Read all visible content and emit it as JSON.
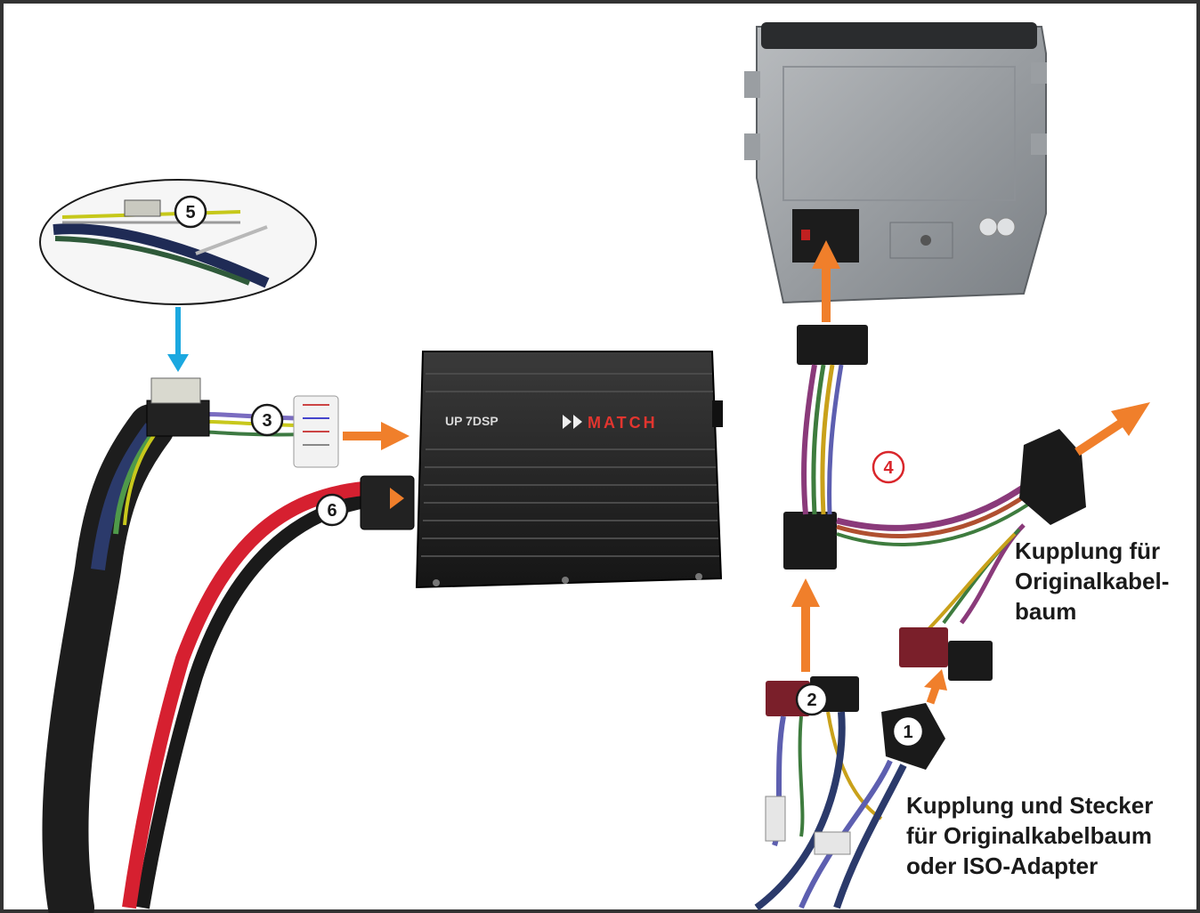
{
  "device": {
    "model_label": "UP 7DSP",
    "brand_label": "MATCH"
  },
  "callouts": {
    "c1": "1",
    "c2": "2",
    "c3": "3",
    "c4": "4",
    "c5": "5",
    "c6": "6"
  },
  "labels": {
    "coupling_original": [
      "Kupplung für",
      "Originalkabel-",
      "baum"
    ],
    "coupling_plug": [
      "Kupplung und Stecker",
      "für Originalkabelbaum",
      "oder ISO-Adapter"
    ]
  },
  "colors": {
    "arrow_orange": "#f07f2b",
    "arrow_blue": "#1ba8e0",
    "callout_red": "#d9262b",
    "frame": "#333333"
  }
}
